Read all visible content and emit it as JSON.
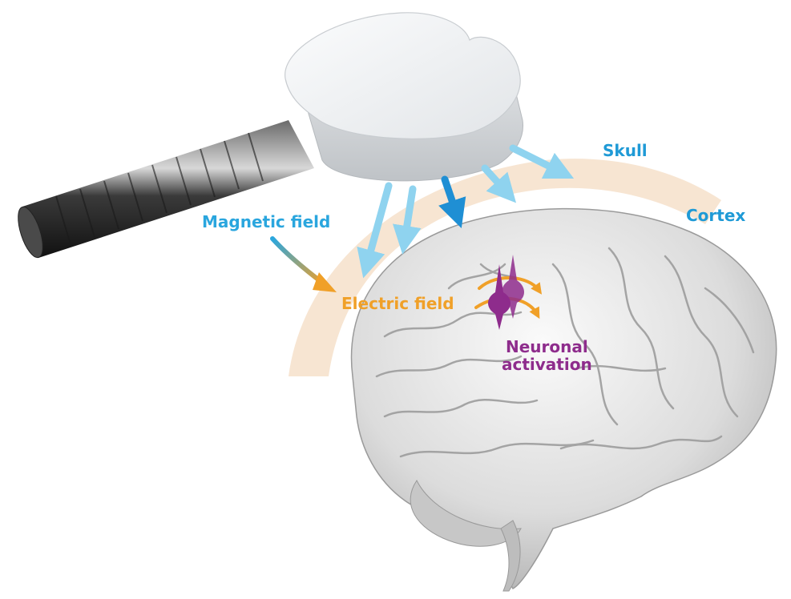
{
  "labels": {
    "skull": "Skull",
    "cortex": "Cortex",
    "magnetic_field": "Magnetic field",
    "electric_field": "Electric field",
    "neuronal_activation_line1": "Neuronal",
    "neuronal_activation_line2": "activation"
  },
  "colors": {
    "skull_label": "#1f9ad6",
    "cortex_label": "#1f9ad6",
    "magnetic_label": "#2aa6de",
    "electric_label": "#f0a028",
    "neuronal_label": "#8e2c8c",
    "field_arrow_light": "#8fd3ef",
    "field_arrow_dark": "#1f8fd4",
    "skull_glow": "#f3d9bf",
    "brain_fill": "#e2e2e2",
    "brain_shadow": "#a9a9a9",
    "coil_body": "#eceef0",
    "handle": "#2b2b2b",
    "electric_arrow": "#f0a028",
    "neuron": "#8e2c8c"
  }
}
